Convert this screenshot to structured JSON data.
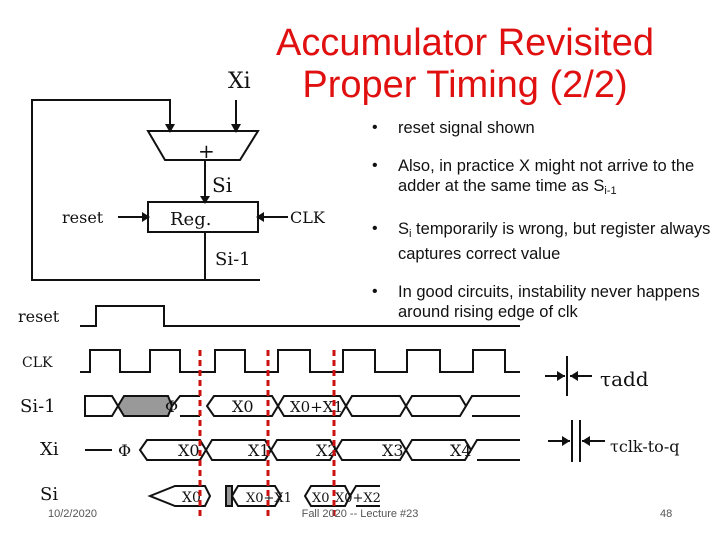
{
  "slide": {
    "title_line1": "Accumulator Revisited",
    "title_line2": "Proper Timing (2/2)",
    "bullets": [
      {
        "text": "reset signal shown"
      },
      {
        "text": "Also, in practice X might not arrive to the adder at the same time as S",
        "sub": "i-1"
      },
      {
        "pre": "S",
        "sub": "i",
        "text": " temporarily is wrong, but register always captures correct value"
      },
      {
        "text": "In good circuits, instability never happens around rising edge of clk"
      }
    ],
    "footer": {
      "date": "10/2/2020",
      "center": "Fall 2020 -- Lecture #23",
      "page": "48"
    }
  },
  "diagram": {
    "labels": {
      "xi": "Xi",
      "plus": "+",
      "si": "Si",
      "reset": "reset",
      "reg": "Reg.",
      "clk": "CLK",
      "si_minus_1": "Si-1"
    },
    "timing": {
      "rows": [
        "reset",
        "CLK",
        "Si-1",
        "Xi",
        "Si"
      ],
      "si_minus_1_values": [
        "Φ",
        "X0",
        "X0+X1"
      ],
      "xi_values": [
        "Φ",
        "X0",
        "X1",
        "X2",
        "X3",
        "X4"
      ],
      "si_values": [
        "X0",
        "X0+X1",
        "X0",
        "X0+X2"
      ],
      "legend": [
        "τadd",
        "τclk-to-q"
      ]
    }
  }
}
